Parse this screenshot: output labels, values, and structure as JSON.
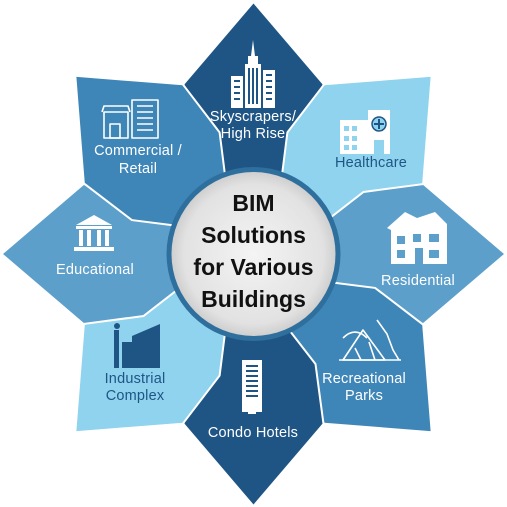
{
  "center": {
    "lines": [
      "BIM",
      "Solutions",
      "for Various",
      "Buildings"
    ]
  },
  "petals": [
    {
      "id": "skyscrapers",
      "lines": [
        "Skyscrapers/",
        "High Rise"
      ],
      "icon": "skyscraper-icon",
      "color": "#1f5585"
    },
    {
      "id": "healthcare",
      "lines": [
        "Healthcare"
      ],
      "icon": "hospital-icon",
      "color": "#8fd3ee"
    },
    {
      "id": "residential",
      "lines": [
        "Residential"
      ],
      "icon": "house-icon",
      "color": "#5c9fcb"
    },
    {
      "id": "recreational",
      "lines": [
        "Recreational",
        "Parks"
      ],
      "icon": "park-icon",
      "color": "#3f86b8"
    },
    {
      "id": "condo",
      "lines": [
        "Condo Hotels"
      ],
      "icon": "tower-icon",
      "color": "#1f5585"
    },
    {
      "id": "industrial",
      "lines": [
        "Industrial",
        "Complex"
      ],
      "icon": "factory-icon",
      "color": "#8fd3ee"
    },
    {
      "id": "educational",
      "lines": [
        "Educational"
      ],
      "icon": "institution-icon",
      "color": "#5c9fcb"
    },
    {
      "id": "commercial",
      "lines": [
        "Commercial /",
        "Retail"
      ],
      "icon": "storefront-icon",
      "color": "#3f86b8"
    }
  ],
  "colors": {
    "center_fill": "#ececec",
    "center_ring": "#2e6f9e",
    "text_on_light": "#1f5585"
  }
}
